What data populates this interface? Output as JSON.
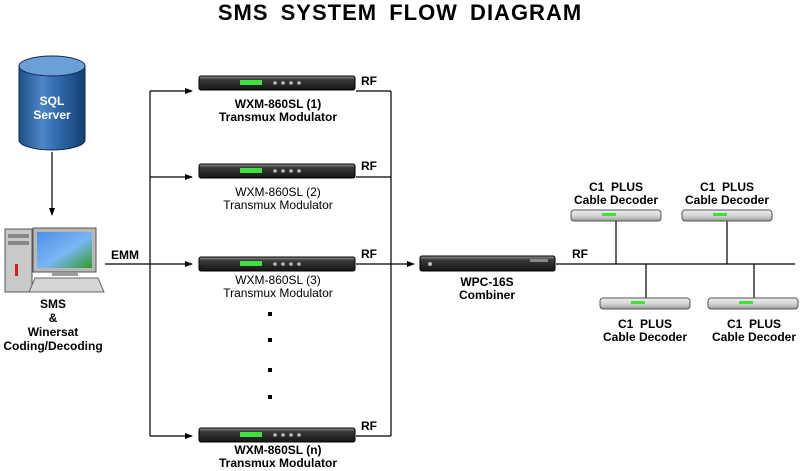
{
  "title": "SMS SYSTEM FLOW DIAGRAM",
  "database": {
    "line1": "SQL",
    "line2": "Server"
  },
  "sms_station": {
    "line1": "SMS",
    "line2": "&",
    "line3": "Winersat",
    "line4": "Coding/Decoding"
  },
  "link_labels": {
    "emm": "EMM",
    "rf": "RF"
  },
  "modulators": [
    {
      "model": "WXM-860SL (1)",
      "type": "Transmux Modulator"
    },
    {
      "model": "WXM-860SL (2)",
      "type": "Transmux Modulator"
    },
    {
      "model": "WXM-860SL (3)",
      "type": "Transmux Modulator"
    },
    {
      "model": "WXM-860SL (n)",
      "type": "Transmux Modulator"
    }
  ],
  "combiner": {
    "model": "WPC-16S",
    "type": "Combiner"
  },
  "decoders": [
    {
      "line1": "C1  PLUS",
      "line2": "Cable Decoder"
    },
    {
      "line1": "C1  PLUS",
      "line2": "Cable Decoder"
    },
    {
      "line1": "C1  PLUS",
      "line2": "Cable Decoder"
    },
    {
      "line1": "C1  PLUS",
      "line2": "Cable Decoder"
    }
  ]
}
